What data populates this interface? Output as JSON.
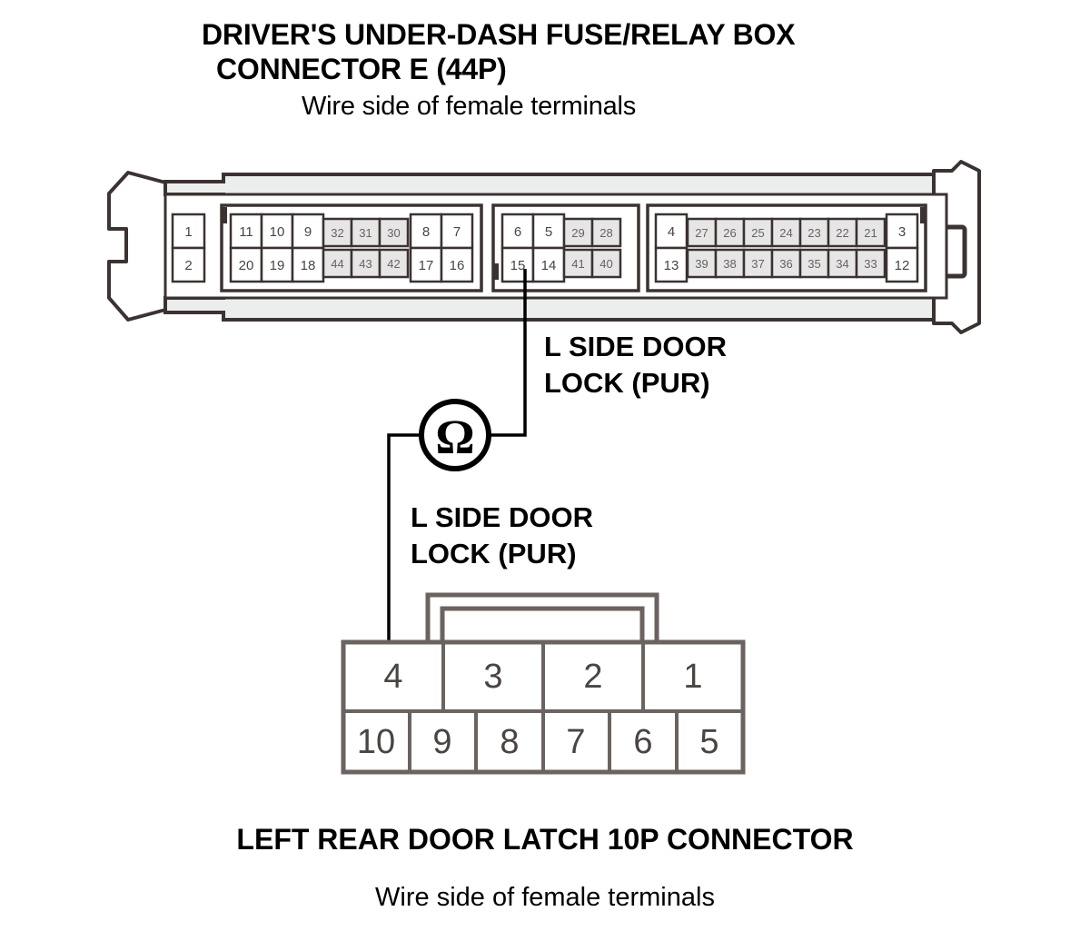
{
  "header": {
    "title_line1": "DRIVER'S UNDER-DASH FUSE/RELAY BOX",
    "title_line2": "CONNECTOR E (44P)",
    "subtitle": "Wire side of female terminals"
  },
  "footer": {
    "title": "LEFT REAR DOOR LATCH 10P CONNECTOR",
    "subtitle": "Wire side of female terminals"
  },
  "callouts": {
    "top": {
      "line1": "L SIDE DOOR",
      "line2": "LOCK (PUR)"
    },
    "bottom": {
      "line1": "L SIDE DOOR",
      "line2": "LOCK (PUR)"
    }
  },
  "meter": {
    "symbol": "Ω",
    "name": "ohmmeter"
  },
  "connector_44p": {
    "name": "DRIVER'S UNDER-DASH FUSE/RELAY BOX CONNECTOR E (44P)",
    "pin_count": 44,
    "probed_pin": "15",
    "groups": [
      {
        "id": "g0",
        "size": "large",
        "top": [
          "1"
        ],
        "bottom": [
          "2"
        ]
      },
      {
        "id": "g1a",
        "size": "large",
        "top": [
          "11",
          "10",
          "9"
        ],
        "bottom": [
          "20",
          "19",
          "18"
        ]
      },
      {
        "id": "g1b",
        "size": "small",
        "top": [
          "32",
          "31",
          "30"
        ],
        "bottom": [
          "44",
          "43",
          "42"
        ]
      },
      {
        "id": "g1c",
        "size": "large",
        "top": [
          "8",
          "7"
        ],
        "bottom": [
          "17",
          "16"
        ]
      },
      {
        "id": "g2a",
        "size": "large",
        "top": [
          "6",
          "5"
        ],
        "bottom": [
          "15",
          "14"
        ]
      },
      {
        "id": "g2b",
        "size": "small",
        "top": [
          "29",
          "28"
        ],
        "bottom": [
          "41",
          "40"
        ]
      },
      {
        "id": "g3a",
        "size": "large",
        "top": [
          "4"
        ],
        "bottom": [
          "13"
        ]
      },
      {
        "id": "g3b",
        "size": "small",
        "top": [
          "27",
          "26",
          "25",
          "24",
          "23",
          "22",
          "21"
        ],
        "bottom": [
          "39",
          "38",
          "37",
          "36",
          "35",
          "34",
          "33"
        ]
      },
      {
        "id": "g3c",
        "size": "large",
        "top": [
          "3"
        ],
        "bottom": [
          "12"
        ]
      }
    ]
  },
  "connector_10p": {
    "name": "LEFT REAR DOOR LATCH 10P CONNECTOR",
    "pin_count": 10,
    "probed_pin": "4",
    "top_row": [
      "4",
      "3",
      "2",
      "1"
    ],
    "bottom_row": [
      "10",
      "9",
      "8",
      "7",
      "6",
      "5"
    ]
  },
  "colors": {
    "outline": "#3b3331",
    "body_fill": "#ffffff",
    "band_fill": "#eceeee",
    "cell_small_fill": "#e6e6e6",
    "wire": "#000000",
    "text": "#000000"
  }
}
